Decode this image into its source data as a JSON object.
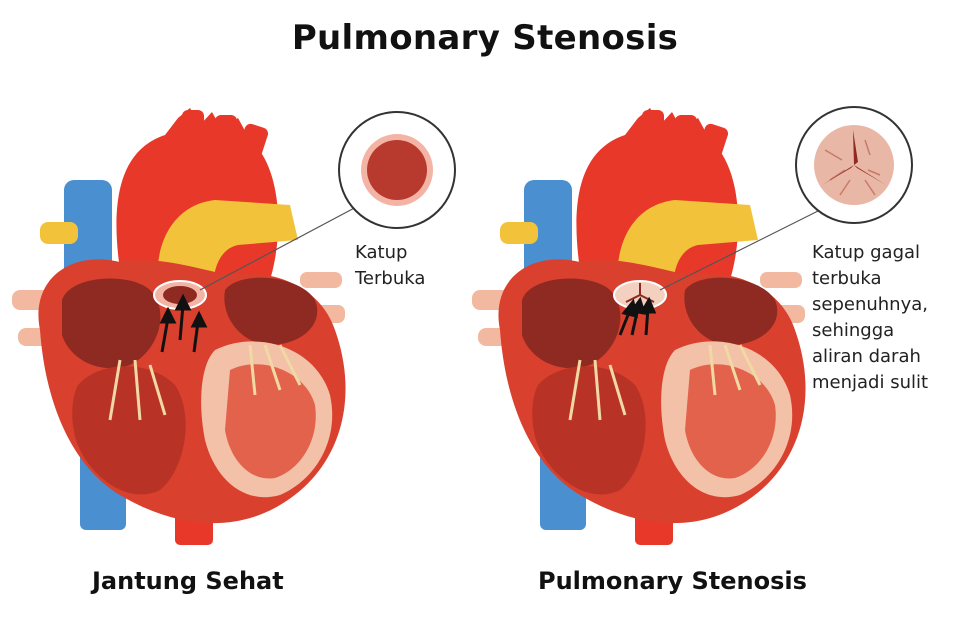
{
  "title": "Pulmonary Stenosis",
  "colors": {
    "aorta": "#e8382a",
    "pulmonary_artery": "#f2c33a",
    "vena_cava": "#4a8fd0",
    "myocardium": "#d9402e",
    "chamber": "#8e2a22",
    "tendon": "#f1d9a4",
    "vessels_pink": "#f2b9a0"
  },
  "left_panel": {
    "caption": "Jantung Sehat",
    "note": "Katup\nTerbuka",
    "valve_state": "open"
  },
  "right_panel": {
    "caption": "Pulmonary Stenosis",
    "note": "Katup gagal\nterbuka\nsepenuhnya,\nsehingga\naliran darah\nmenjadi sulit",
    "valve_state": "stenotic"
  }
}
